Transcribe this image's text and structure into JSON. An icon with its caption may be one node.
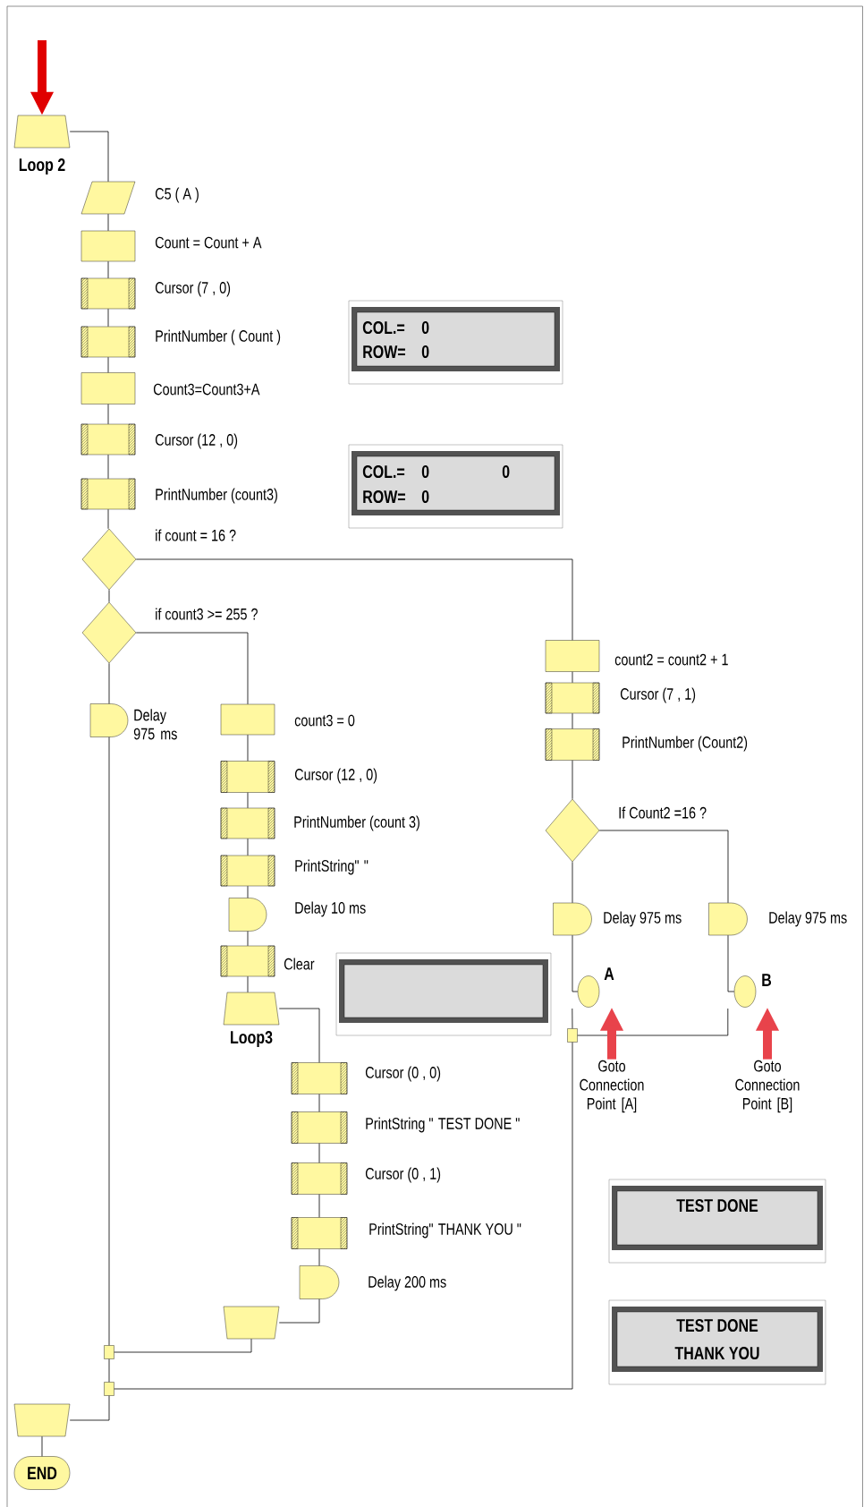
{
  "diagram": {
    "nodes": [
      {
        "text": [],
        "shape": "trapezoid",
        "beside": [
          "Loop 2"
        ]
      },
      {
        "text": [],
        "shape": "parallelogram",
        "beside": [
          "C5 ( A )"
        ]
      },
      {
        "text": [],
        "shape": "box",
        "beside": [
          "Count = Count + A"
        ]
      },
      {
        "text": [],
        "shape": "hatched-box",
        "beside": [
          "Cursor (7 , 0)"
        ]
      },
      {
        "text": [],
        "shape": "hatched-box",
        "beside": [
          "PrintNumber ( Count )"
        ]
      },
      {
        "text": [
          "COL.=",
          "0",
          "ROW=",
          "0"
        ]
      },
      {
        "text": [],
        "shape": "box",
        "beside": [
          "Count3=Count3+A"
        ]
      },
      {
        "text": [],
        "shape": "hatched-box",
        "beside": [
          "Cursor (12 , 0)"
        ]
      },
      {
        "text": [],
        "shape": "hatched-box",
        "beside": [
          "PrintNumber (count3)"
        ]
      },
      {
        "text": [
          "COL.=",
          "0",
          "0",
          "ROW=",
          "0"
        ]
      },
      {
        "text": [],
        "shape": "diamond",
        "beside": [
          "if count = 16 ?"
        ]
      },
      {
        "text": [],
        "shape": "diamond",
        "beside": [
          "if count3 >= 255 ?"
        ]
      },
      {
        "text": [],
        "shape": "box",
        "beside": [
          "count2 = count2 + 1"
        ]
      },
      {
        "text": [],
        "shape": "hatched-box",
        "beside": [
          "Cursor (7 , 1)"
        ]
      },
      {
        "text": [],
        "shape": "delay",
        "beside": [
          "Delay 975 ms"
        ]
      },
      {
        "text": [],
        "shape": "box",
        "beside": [
          "count3 = 0"
        ]
      },
      {
        "text": [],
        "shape": "hatched-box",
        "beside": [
          "PrintNumber (Count2)"
        ]
      },
      {
        "text": [],
        "shape": "hatched-box",
        "beside": [
          "Cursor (12 , 0)"
        ]
      },
      {
        "text": [],
        "shape": "diamond",
        "beside": [
          "If Count2 =16 ?"
        ]
      },
      {
        "text": [],
        "shape": "hatched-box",
        "beside": [
          "PrintNumber (count 3)"
        ]
      },
      {
        "text": [],
        "shape": "hatched-box",
        "beside": [
          "PrintString\" \""
        ]
      },
      {
        "text": [],
        "shape": "delay",
        "beside": [
          "Delay 10 ms"
        ]
      },
      {
        "text": [],
        "shape": "delay",
        "beside": [
          "Delay 975 ms"
        ]
      },
      {
        "text": [],
        "shape": "delay",
        "beside": [
          "Delay 975 ms"
        ]
      },
      {
        "text": [],
        "shape": "hatched-box",
        "beside": [
          "Clear"
        ]
      },
      {
        "text": [],
        "shape": "display"
      },
      {
        "text": [],
        "shape": "circle",
        "beside": [
          "A"
        ]
      },
      {
        "text": [],
        "shape": "circle",
        "beside": [
          "B"
        ]
      },
      {
        "text": [],
        "shape": "trapezoid",
        "beside": [
          "Loop3"
        ]
      },
      {
        "text": [],
        "shape": "square"
      },
      {
        "text": [
          "Goto Connection Point [A]"
        ]
      },
      {
        "text": [
          "Goto Connection Point [B]"
        ]
      },
      {
        "text": [],
        "shape": "hatched-box",
        "beside": [
          "Cursor (0 , 0)"
        ]
      },
      {
        "text": [],
        "shape": "hatched-box",
        "beside": [
          "PrintString \" TEST DONE \""
        ]
      },
      {
        "text": [],
        "shape": "hatched-box",
        "beside": [
          "Cursor (0 , 1)"
        ]
      },
      {
        "text": [
          "TEST DONE"
        ]
      },
      {
        "text": [],
        "shape": "hatched-box",
        "beside": [
          "PrintString\" THANK YOU \""
        ]
      },
      {
        "text": [],
        "shape": "delay",
        "beside": [
          "Delay 200 ms"
        ]
      },
      {
        "text": [
          "TEST DONE",
          "THANK YOU"
        ]
      },
      {
        "text": [],
        "shape": "inverted-trapezoid"
      },
      {
        "text": [],
        "shape": "square"
      },
      {
        "text": [],
        "shape": "square"
      },
      {
        "text": [],
        "shape": "inverted-trapezoid"
      },
      {
        "text": [
          "END"
        ]
      }
    ],
    "edges": [
      {
        "from": null,
        "to": 0,
        "arrow": "to",
        "style": "thick",
        "color": "#e00000"
      },
      {
        "from": 0,
        "to": 1,
        "arrow": "none"
      },
      {
        "from": 1,
        "to": 2,
        "arrow": "none"
      },
      {
        "from": 2,
        "to": 3,
        "arrow": "none"
      },
      {
        "from": 3,
        "to": 4,
        "arrow": "none"
      },
      {
        "from": 4,
        "to": 6,
        "arrow": "none"
      },
      {
        "from": 6,
        "to": 7,
        "arrow": "none"
      },
      {
        "from": 7,
        "to": 8,
        "arrow": "none"
      },
      {
        "from": 8,
        "to": 10,
        "arrow": "none"
      },
      {
        "from": 10,
        "to": 11,
        "arrow": "none"
      },
      {
        "from": 10,
        "to": 12,
        "arrow": "none"
      },
      {
        "from": 11,
        "to": 14,
        "arrow": "none"
      },
      {
        "from": 11,
        "to": 15,
        "arrow": "none"
      },
      {
        "from": 12,
        "to": 13,
        "arrow": "none"
      },
      {
        "from": 13,
        "to": 16,
        "arrow": "none"
      },
      {
        "from": 16,
        "to": 18,
        "arrow": "none"
      },
      {
        "from": 18,
        "to": 22,
        "arrow": "none"
      },
      {
        "from": 18,
        "to": 23,
        "arrow": "none"
      },
      {
        "from": 22,
        "to": 26,
        "arrow": "none"
      },
      {
        "from": 23,
        "to": 27,
        "arrow": "none"
      },
      {
        "from": 15,
        "to": 17,
        "arrow": "none"
      },
      {
        "from": 17,
        "to": 19,
        "arrow": "none"
      },
      {
        "from": 19,
        "to": 20,
        "arrow": "none"
      },
      {
        "from": 20,
        "to": 21,
        "arrow": "none"
      },
      {
        "from": 21,
        "to": 24,
        "arrow": "none"
      },
      {
        "from": 24,
        "to": 28,
        "arrow": "none"
      },
      {
        "from": 28,
        "to": 32,
        "arrow": "none"
      },
      {
        "from": 32,
        "to": 33,
        "arrow": "none"
      },
      {
        "from": 33,
        "to": 34,
        "arrow": "none"
      },
      {
        "from": 34,
        "to": 36,
        "arrow": "none"
      },
      {
        "from": 36,
        "to": 37,
        "arrow": "none"
      },
      {
        "from": 37,
        "to": 39,
        "arrow": "none"
      },
      {
        "from": 39,
        "to": 40,
        "arrow": "none"
      },
      {
        "from": 14,
        "to": 40,
        "arrow": "none"
      },
      {
        "from": 40,
        "to": 41,
        "arrow": "none"
      },
      {
        "from": 26,
        "to": 29,
        "arrow": "none"
      },
      {
        "from": 27,
        "to": 29,
        "arrow": "none"
      },
      {
        "from": 29,
        "to": 41,
        "arrow": "none"
      },
      {
        "from": 41,
        "to": 42,
        "arrow": "none"
      },
      {
        "from": 42,
        "to": 43,
        "arrow": "none"
      },
      {
        "from": 30,
        "to": 26,
        "arrow": "to",
        "style": "thick",
        "color": "#e8434b"
      },
      {
        "from": 31,
        "to": 27,
        "arrow": "to",
        "style": "thick",
        "color": "#e8434b"
      }
    ]
  }
}
